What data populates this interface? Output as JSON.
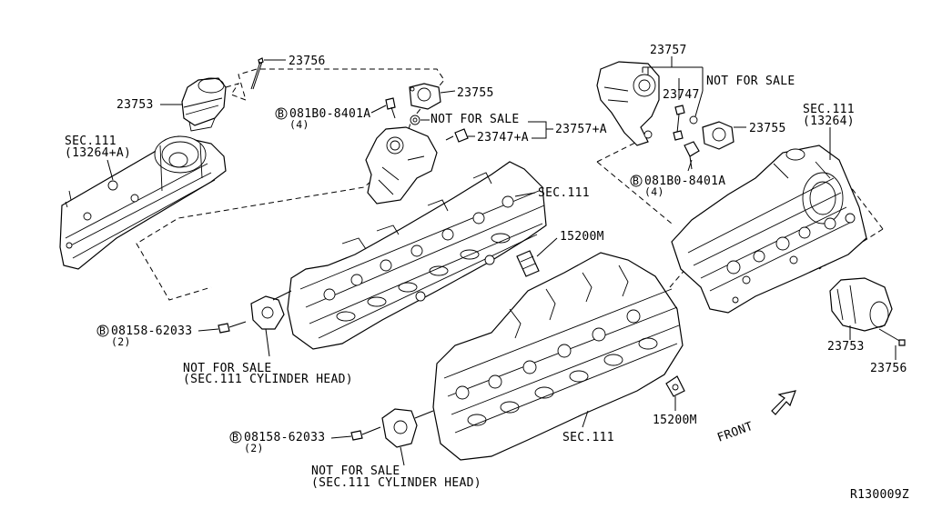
{
  "labels": {
    "l_23756_left": "23756",
    "l_23753_left": "23753",
    "l_23755_left": "23755",
    "l_bolt_left_code": "081B0-8401A",
    "l_bolt_left_qty": "(4)",
    "l_nfs_mid": "NOT FOR SALE",
    "l_23757a": "23757+A",
    "l_23747a": "23747+A",
    "l_sec111_left": "SEC.111",
    "l_13264a": "(13264+A)",
    "l_sec111_mid": "SEC.111",
    "l_15200m_top": "15200M",
    "l_bolt_a_code": "08158-62033",
    "l_bolt_a_qty": "(2)",
    "l_nfs_a": "NOT FOR SALE",
    "l_sec_head_a": "(SEC.111 CYLINDER HEAD)",
    "l_bolt_b_code": "08158-62033",
    "l_bolt_b_qty": "(2)",
    "l_nfs_b": "NOT FOR SALE",
    "l_sec_head_b": "(SEC.111 CYLINDER HEAD)",
    "l_sec111_bottom": "SEC.111",
    "l_15200m_bot": "15200M",
    "l_23757": "23757",
    "l_nfs_right": "NOT FOR SALE",
    "l_23747": "23747",
    "l_23755_right": "23755",
    "l_bolt_right_code": "081B0-8401A",
    "l_bolt_right_qty": "(4)",
    "l_sec111_right": "SEC.111",
    "l_13264": "(13264)",
    "l_23753_right": "23753",
    "l_23756_right": "23756",
    "l_front": "FRONT",
    "l_ref": "R130009Z",
    "b_marker": "B"
  }
}
